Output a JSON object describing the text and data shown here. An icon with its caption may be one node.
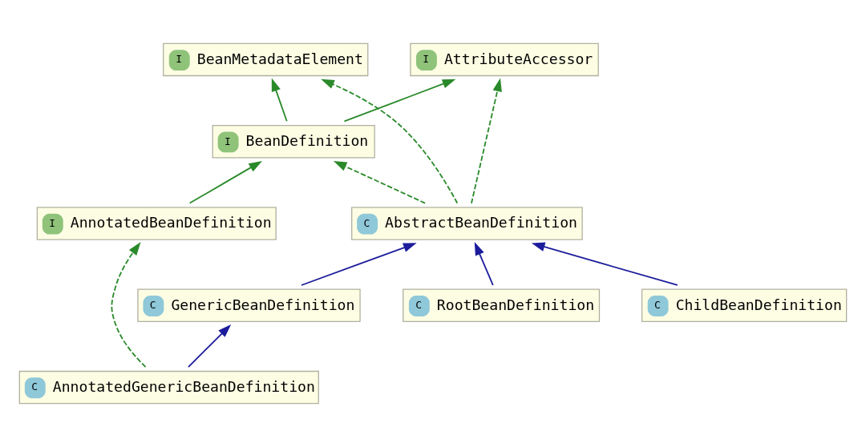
{
  "diagram": {
    "nodes": [
      {
        "text": [
          "I",
          "AttributeAccessor"
        ]
      },
      {
        "text": [
          "I",
          "BeanMetadataElement"
        ]
      },
      {
        "text": [
          "I",
          "BeanDefinition"
        ]
      },
      {
        "text": [
          "I",
          "AnnotatedBeanDefinition"
        ]
      },
      {
        "text": [
          "C",
          "AbstractBeanDefinition"
        ]
      },
      {
        "text": [
          "C",
          "GenericBeanDefinition"
        ]
      },
      {
        "text": [
          "C",
          "RootBeanDefinition"
        ]
      },
      {
        "text": [
          "C",
          "ChildBeanDefinition"
        ]
      },
      {
        "text": [
          "C",
          "AnnotatedGenericBeanDefinition"
        ]
      }
    ],
    "edges": [
      {
        "from": 2,
        "to": 0,
        "arrow": "to"
      },
      {
        "from": 2,
        "to": 1,
        "arrow": "to"
      },
      {
        "from": 3,
        "to": 2,
        "arrow": "to"
      },
      {
        "from": 4,
        "to": 2,
        "arrow": "to",
        "style": "dashed"
      },
      {
        "from": 4,
        "to": 0,
        "arrow": "to",
        "style": "dashed"
      },
      {
        "from": 4,
        "to": 1,
        "arrow": "to",
        "style": "dashed"
      },
      {
        "from": 5,
        "to": 4,
        "arrow": "to",
        "color": "#1c1c9c"
      },
      {
        "from": 6,
        "to": 4,
        "arrow": "to",
        "color": "#1c1c9c"
      },
      {
        "from": 7,
        "to": 4,
        "arrow": "to",
        "color": "#1c1c9c"
      },
      {
        "from": 8,
        "to": 5,
        "arrow": "to",
        "color": "#1c1c9c"
      },
      {
        "from": 8,
        "to": 3,
        "arrow": "to",
        "style": "dashed"
      }
    ]
  }
}
